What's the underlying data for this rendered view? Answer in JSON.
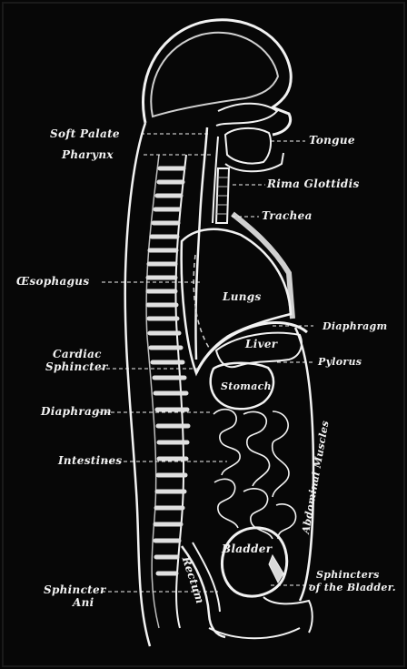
{
  "labels": {
    "soft_palate": "Soft Palate",
    "pharynx": "Pharynx",
    "tongue": "Tongue",
    "rima_glottidis": "Rima Glottidis",
    "trachea": "Trachea",
    "oesophagus": "Œsophagus",
    "lungs": "Lungs",
    "diaphragm_right": "Diaphragm",
    "liver": "Liver",
    "pylorus": "Pylorus",
    "cardiac_sphincter_1": "Cardiac",
    "cardiac_sphincter_2": "Sphincter",
    "stomach": "Stomach",
    "diaphragm_left": "Diaphragm",
    "abdominal_muscles": "Abdominal Muscles",
    "intestines": "Intestines",
    "bladder": "Bladder",
    "rectum": "Rectum",
    "sphincters_bladder_1": "Sphincters",
    "sphincters_bladder_2": "of the Bladder.",
    "sphincter_ani_1": "Sphincter",
    "sphincter_ani_2": "Ani"
  },
  "colors": {
    "background": "#070707",
    "line": "#f2f2f2",
    "dim_line": "#9a9a9a"
  }
}
